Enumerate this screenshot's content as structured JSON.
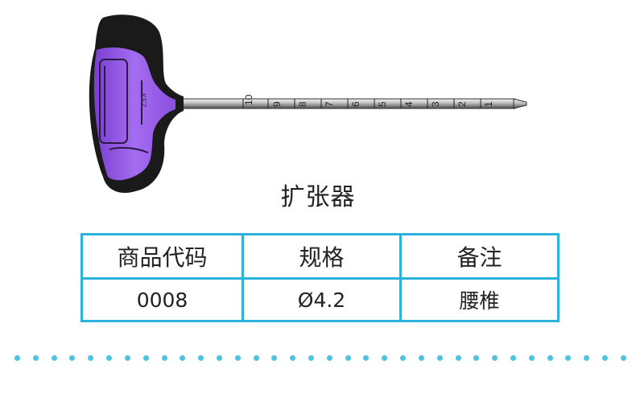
{
  "product": {
    "title": "扩张器",
    "handle_color": "#9a5ce8",
    "scale_marks": [
      "10",
      "9",
      "8",
      "7",
      "6",
      "5",
      "4",
      "3",
      "2",
      "1"
    ]
  },
  "table": {
    "headers": [
      "商品代码",
      "规格",
      "备注"
    ],
    "rows": [
      [
        "0008",
        "Ø4.2",
        "腰椎"
      ]
    ],
    "border_color": "#2bb3dc"
  },
  "decor": {
    "dot_color": "#4ec2e3",
    "dot_count": 34
  }
}
